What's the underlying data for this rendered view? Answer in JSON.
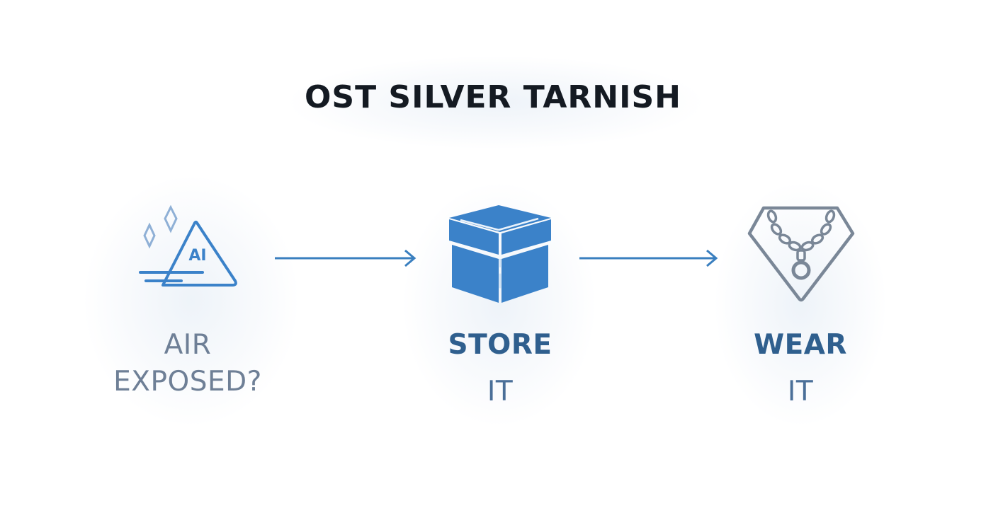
{
  "title": "OST SILVER TARNISH",
  "steps": [
    {
      "line1": "AIR",
      "line2": "EXPOSED?",
      "icon": "air-warning-triangle-icon",
      "icon_text": "AI",
      "color": "#6e7f96"
    },
    {
      "line1": "STORE",
      "line2": "IT",
      "icon": "storage-box-icon",
      "color": "#2f5f8e"
    },
    {
      "line1": "WEAR",
      "line2": "IT",
      "icon": "necklace-gem-icon",
      "color": "#2f5f8e"
    }
  ],
  "colors": {
    "accent_blue": "#3b82c9",
    "arrow": "#3a7fbf",
    "gray_icon": "#7a8797",
    "title": "#141a22"
  }
}
